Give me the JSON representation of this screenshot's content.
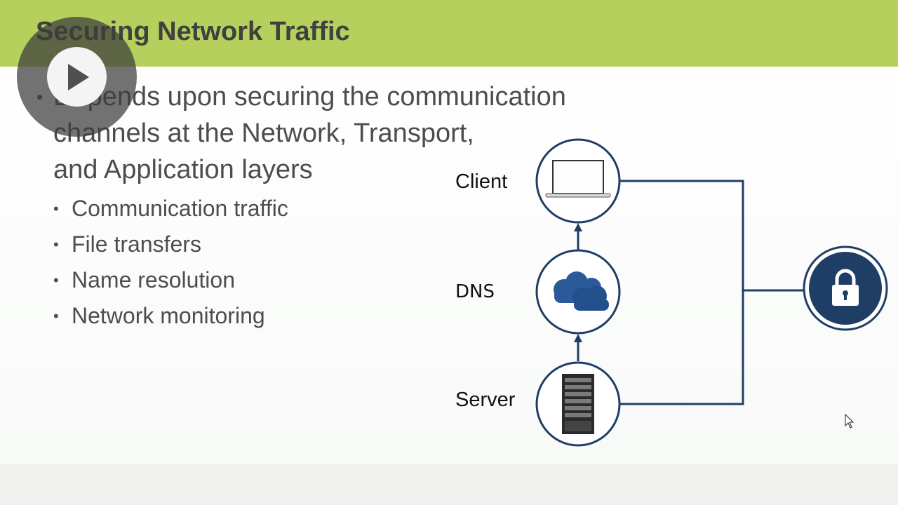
{
  "slide": {
    "title": "Securing Network Traffic",
    "main_bullet": {
      "lines": [
        "Depends upon securing the communication",
        "channels at the Network, Transport,",
        "and Application layers"
      ]
    },
    "sub_bullets": [
      "Communication traffic",
      "File transfers",
      "Name resolution",
      "Network monitoring"
    ]
  },
  "diagram": {
    "nodes": [
      {
        "label": "Client",
        "icon": "laptop-icon"
      },
      {
        "label": "DNS",
        "icon": "cloud-icon"
      },
      {
        "label": "Server",
        "icon": "server-rack-icon"
      }
    ],
    "lock_icon": "lock-icon"
  },
  "player": {
    "play_icon": "play-icon"
  },
  "colors": {
    "header": "#b5d05c",
    "accent": "#1f3e66",
    "text": "#4d4d4d"
  }
}
